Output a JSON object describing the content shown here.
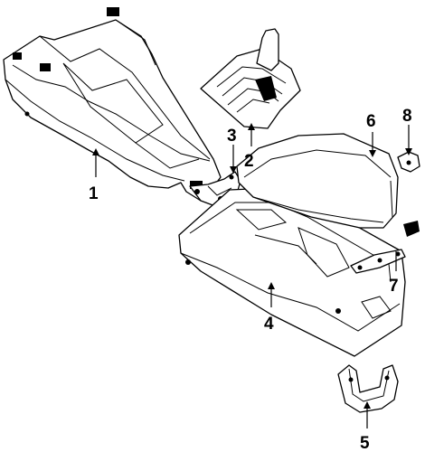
{
  "callouts": [
    {
      "part": "center-console-front",
      "number": "1"
    },
    {
      "part": "shift-boot",
      "number": "2"
    },
    {
      "part": "front-bracket",
      "number": "3"
    },
    {
      "part": "console-rear",
      "number": "4"
    },
    {
      "part": "rear-bracket",
      "number": "5"
    },
    {
      "part": "armrest-lid",
      "number": "6"
    },
    {
      "part": "lid-hinge",
      "number": "7"
    },
    {
      "part": "lid-latch",
      "number": "8"
    }
  ],
  "colors": {
    "line": "#000000",
    "background": "#ffffff"
  }
}
